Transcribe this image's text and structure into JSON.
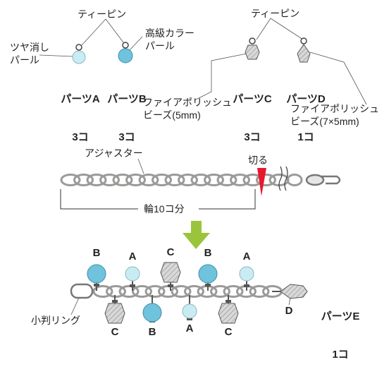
{
  "colors": {
    "pale_pearl": "#c9ecf2",
    "matte_pearl_stroke": "#8ab6c0",
    "high_pearl": "#6fc3dc",
    "chain": "#9a9a98",
    "cut_marker": "#e8192c",
    "arrow": "#9ac43c",
    "crystal": "#c9c9c9"
  },
  "top_section": {
    "tpin_left": "ティーピン",
    "tpin_right": "ティーピン",
    "matte_pearl": "ツヤ消し\nパール",
    "high_pearl": "高級カラー\nパール",
    "fire_polish_small": "ファイアポリッシュ\nビーズ(5mm)",
    "fire_polish_large": "ファイアポリッシュ\nビーズ(7×5mm)",
    "parts": [
      {
        "name": "パーツA",
        "count": "3コ"
      },
      {
        "name": "パーツB",
        "count": "3コ"
      },
      {
        "name": "パーツC",
        "count": "3コ"
      },
      {
        "name": "パーツD",
        "count": "1コ"
      }
    ]
  },
  "middle_section": {
    "adjuster_label": "アジャスター",
    "cut_label": "切る",
    "length_label": "輪10コ分"
  },
  "bottom_section": {
    "top_letters": [
      "B",
      "A",
      "C",
      "B",
      "A"
    ],
    "bottom_letters": [
      "C",
      "B",
      "A",
      "C"
    ],
    "end_letter": "D",
    "jump_ring_label": "小判リング",
    "part_e_name": "パーツE",
    "part_e_count": "1コ"
  }
}
